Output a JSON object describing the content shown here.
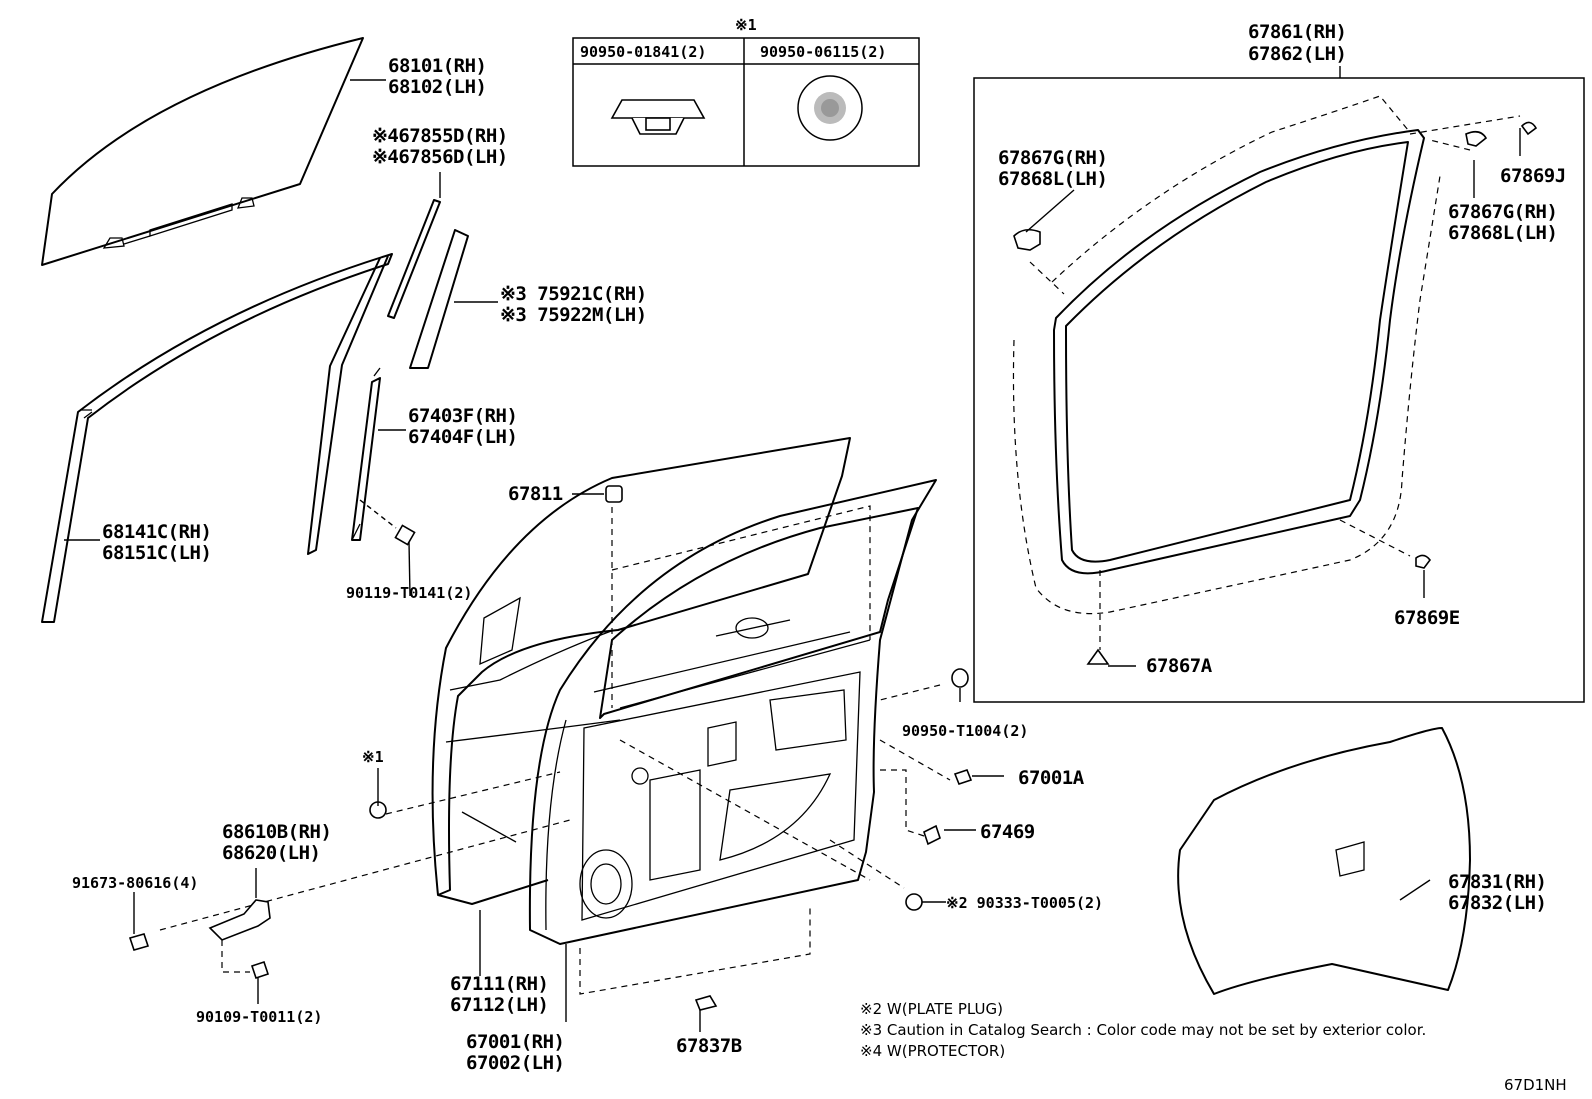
{
  "callouts": {
    "c68101": "68101(RH)",
    "c68102": "68102(LH)",
    "c67855": "※467855D(RH)",
    "c67856": "※467856D(LH)",
    "c75921": "※3 75921C(RH)",
    "c75922": "※3 75922M(LH)",
    "c67403": "67403F(RH)",
    "c67404": "67404F(LH)",
    "c68141": "68141C(RH)",
    "c68151": "68151C(LH)",
    "c90119": "90119-T0141(2)",
    "c67811": "67811",
    "c67861": "67861(RH)",
    "c67862": "67862(LH)",
    "c67867g1": "67867G(RH)",
    "c67868l1": "67868L(LH)",
    "c67869j": "67869J",
    "c67867g2": "67867G(RH)",
    "c67868l2": "67868L(LH)",
    "c67869e": "67869E",
    "c67867a": "67867A",
    "c90950t": "90950-T1004(2)",
    "c67001a": "67001A",
    "c67469": "67469",
    "c90333": "※2 90333-T0005(2)",
    "c67831": "67831(RH)",
    "c67832": "67832(LH)",
    "c68610": "68610B(RH)",
    "c68620": "68620(LH)",
    "c91673": "91673-80616(4)",
    "c90109": "90109-T0011(2)",
    "c67111": "67111(RH)",
    "c67112": "67112(LH)",
    "c67001": "67001(RH)",
    "c67002": "67002(LH)",
    "c67837": "67837B",
    "mark1": "※1"
  },
  "legend_table": {
    "mark": "※1",
    "col1": "90950-01841(2)",
    "col2": "90950-06115(2)"
  },
  "notes": [
    "※2 W(PLATE PLUG)",
    "※3 Caution in Catalog Search : Color code may not be set by exterior color.",
    "※4 W(PROTECTOR)"
  ],
  "diagram_code": "67D1NH"
}
